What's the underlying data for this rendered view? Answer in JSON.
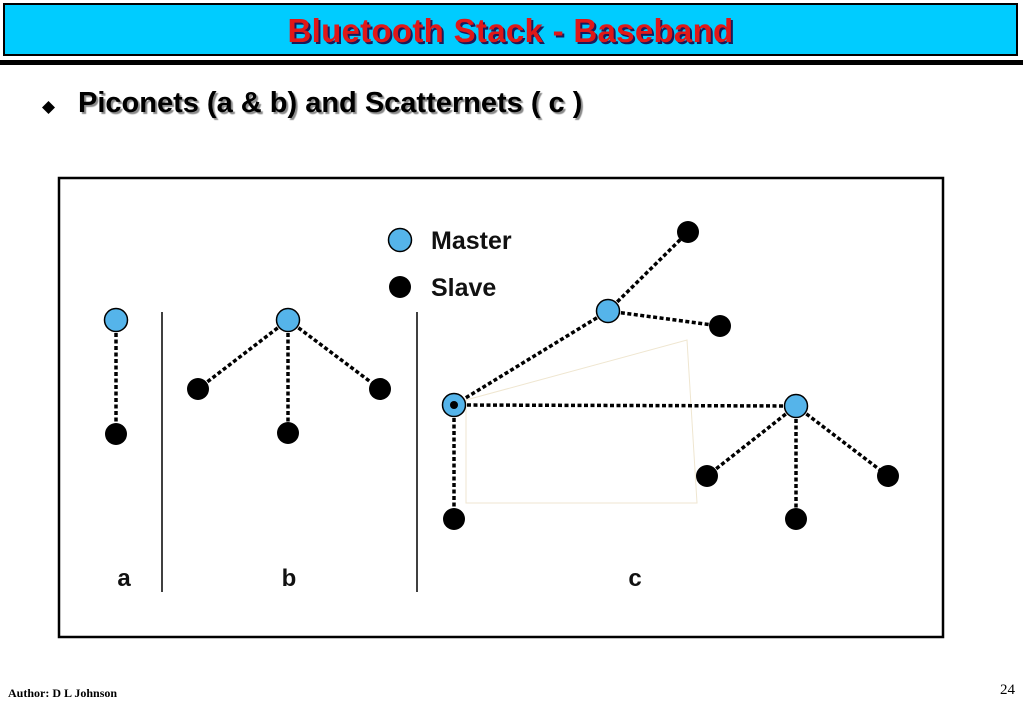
{
  "slide": {
    "title": "Bluetooth Stack - Baseband",
    "bullet": "Piconets (a & b) and Scatternets ( c )",
    "author": "Author: D L Johnson",
    "page_number": "24"
  },
  "diagram": {
    "legend": {
      "master_label": "Master",
      "slave_label": "Slave"
    },
    "panels": [
      {
        "label": "a"
      },
      {
        "label": "b"
      },
      {
        "label": "c"
      }
    ],
    "colors": {
      "master": "#55b4ea",
      "slave": "#000000",
      "title_bar": "#00ccff",
      "title_text": "#e01818"
    }
  }
}
